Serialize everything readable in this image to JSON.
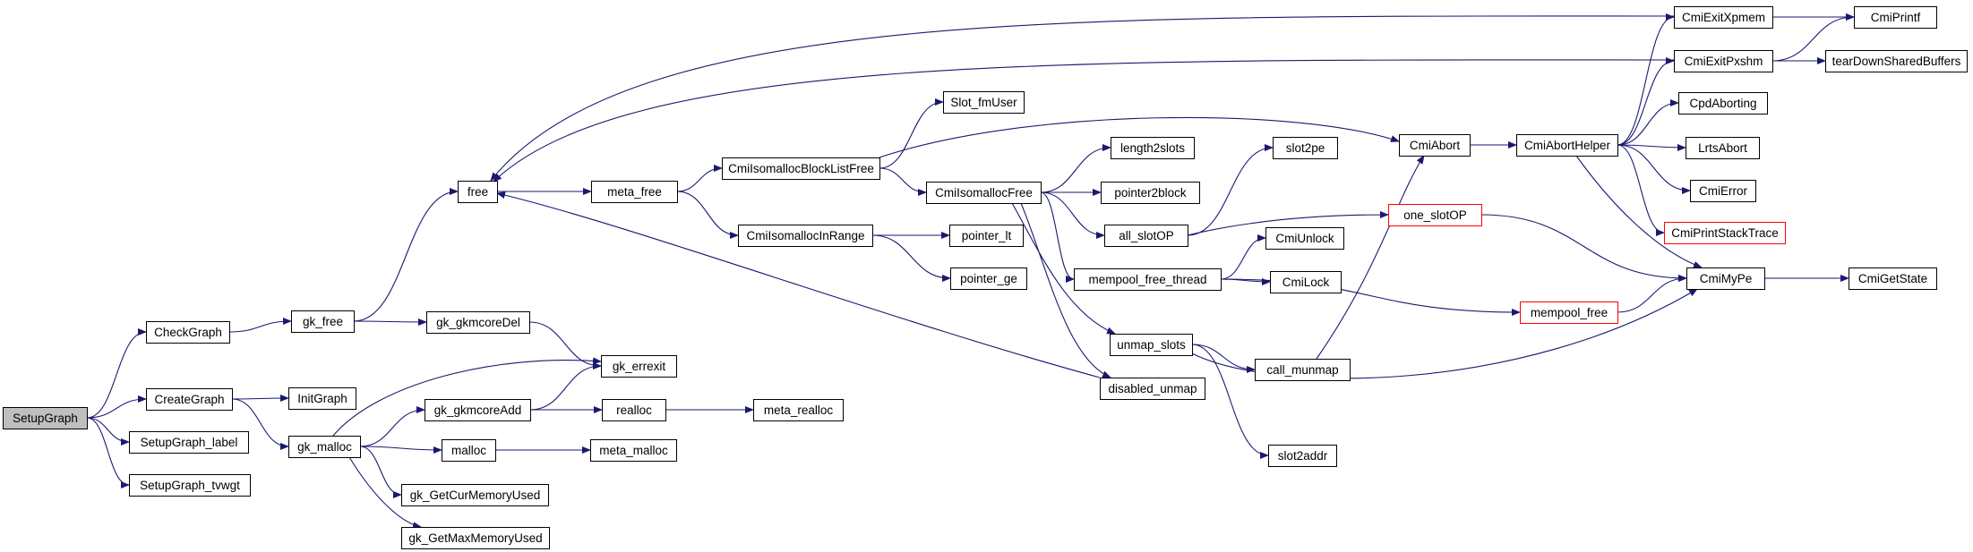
{
  "colors": {
    "edge": "#191970",
    "node_border": "#000000",
    "node_fill": "#ffffff",
    "highlight_border": "#ff0000",
    "root_fill": "#bfbfbf"
  },
  "nodes": [
    {
      "id": "SetupGraph",
      "label": "SetupGraph",
      "kind": "root"
    },
    {
      "id": "CheckGraph",
      "label": "CheckGraph",
      "kind": "normal"
    },
    {
      "id": "CreateGraph",
      "label": "CreateGraph",
      "kind": "normal"
    },
    {
      "id": "SetupGraph_label",
      "label": "SetupGraph_label",
      "kind": "normal"
    },
    {
      "id": "SetupGraph_tvwgt",
      "label": "SetupGraph_tvwgt",
      "kind": "normal"
    },
    {
      "id": "gk_free",
      "label": "gk_free",
      "kind": "normal"
    },
    {
      "id": "InitGraph",
      "label": "InitGraph",
      "kind": "normal"
    },
    {
      "id": "gk_malloc",
      "label": "gk_malloc",
      "kind": "normal"
    },
    {
      "id": "free",
      "label": "free",
      "kind": "normal"
    },
    {
      "id": "gk_gkmcoreDel",
      "label": "gk_gkmcoreDel",
      "kind": "normal"
    },
    {
      "id": "gk_errexit",
      "label": "gk_errexit",
      "kind": "normal"
    },
    {
      "id": "gk_gkmcoreAdd",
      "label": "gk_gkmcoreAdd",
      "kind": "normal"
    },
    {
      "id": "malloc",
      "label": "malloc",
      "kind": "normal"
    },
    {
      "id": "gk_GetCurMemoryUsed",
      "label": "gk_GetCurMemoryUsed",
      "kind": "normal"
    },
    {
      "id": "gk_GetMaxMemoryUsed",
      "label": "gk_GetMaxMemoryUsed",
      "kind": "normal"
    },
    {
      "id": "meta_free",
      "label": "meta_free",
      "kind": "normal"
    },
    {
      "id": "realloc",
      "label": "realloc",
      "kind": "normal"
    },
    {
      "id": "meta_malloc",
      "label": "meta_malloc",
      "kind": "normal"
    },
    {
      "id": "meta_realloc",
      "label": "meta_realloc",
      "kind": "normal"
    },
    {
      "id": "CmiIsomallocBlockListFree",
      "label": "CmiIsomallocBlockListFree",
      "kind": "normal"
    },
    {
      "id": "CmiIsomallocInRange",
      "label": "CmiIsomallocInRange",
      "kind": "normal"
    },
    {
      "id": "Slot_fmUser",
      "label": "Slot_fmUser",
      "kind": "normal"
    },
    {
      "id": "CmiIsomallocFree",
      "label": "CmiIsomallocFree",
      "kind": "normal"
    },
    {
      "id": "pointer_lt",
      "label": "pointer_lt",
      "kind": "normal"
    },
    {
      "id": "pointer_ge",
      "label": "pointer_ge",
      "kind": "normal"
    },
    {
      "id": "length2slots",
      "label": "length2slots",
      "kind": "normal"
    },
    {
      "id": "pointer2block",
      "label": "pointer2block",
      "kind": "normal"
    },
    {
      "id": "all_slotOP",
      "label": "all_slotOP",
      "kind": "normal"
    },
    {
      "id": "mempool_free_thread",
      "label": "mempool_free_thread",
      "kind": "normal"
    },
    {
      "id": "unmap_slots",
      "label": "unmap_slots",
      "kind": "normal"
    },
    {
      "id": "disabled_unmap",
      "label": "disabled_unmap",
      "kind": "normal"
    },
    {
      "id": "slot2pe",
      "label": "slot2pe",
      "kind": "normal"
    },
    {
      "id": "CmiUnlock",
      "label": "CmiUnlock",
      "kind": "normal"
    },
    {
      "id": "CmiLock",
      "label": "CmiLock",
      "kind": "normal"
    },
    {
      "id": "call_munmap",
      "label": "call_munmap",
      "kind": "normal"
    },
    {
      "id": "slot2addr",
      "label": "slot2addr",
      "kind": "normal"
    },
    {
      "id": "CmiAbort",
      "label": "CmiAbort",
      "kind": "normal"
    },
    {
      "id": "one_slotOP",
      "label": "one_slotOP",
      "kind": "highlight"
    },
    {
      "id": "mempool_free",
      "label": "mempool_free",
      "kind": "highlight"
    },
    {
      "id": "CmiAbortHelper",
      "label": "CmiAbortHelper",
      "kind": "normal"
    },
    {
      "id": "CmiExitXpmem",
      "label": "CmiExitXpmem",
      "kind": "normal"
    },
    {
      "id": "CmiExitPxshm",
      "label": "CmiExitPxshm",
      "kind": "normal"
    },
    {
      "id": "CpdAborting",
      "label": "CpdAborting",
      "kind": "normal"
    },
    {
      "id": "LrtsAbort",
      "label": "LrtsAbort",
      "kind": "normal"
    },
    {
      "id": "CmiError",
      "label": "CmiError",
      "kind": "normal"
    },
    {
      "id": "CmiPrintStackTrace",
      "label": "CmiPrintStackTrace",
      "kind": "highlight"
    },
    {
      "id": "CmiMyPe",
      "label": "CmiMyPe",
      "kind": "normal"
    },
    {
      "id": "CmiPrintf",
      "label": "CmiPrintf",
      "kind": "normal"
    },
    {
      "id": "tearDownSharedBuffers",
      "label": "tearDownSharedBuffers",
      "kind": "normal"
    },
    {
      "id": "CmiGetState",
      "label": "CmiGetState",
      "kind": "normal"
    }
  ],
  "edges": [
    [
      "SetupGraph",
      "CheckGraph"
    ],
    [
      "SetupGraph",
      "CreateGraph"
    ],
    [
      "SetupGraph",
      "SetupGraph_label"
    ],
    [
      "SetupGraph",
      "SetupGraph_tvwgt"
    ],
    [
      "CheckGraph",
      "gk_free"
    ],
    [
      "CreateGraph",
      "InitGraph"
    ],
    [
      "CreateGraph",
      "gk_malloc"
    ],
    [
      "gk_free",
      "free"
    ],
    [
      "gk_free",
      "gk_gkmcoreDel"
    ],
    [
      "gk_gkmcoreDel",
      "gk_errexit"
    ],
    [
      "gk_malloc",
      "gk_errexit"
    ],
    [
      "gk_malloc",
      "gk_gkmcoreAdd"
    ],
    [
      "gk_malloc",
      "malloc"
    ],
    [
      "gk_malloc",
      "gk_GetCurMemoryUsed"
    ],
    [
      "gk_malloc",
      "gk_GetMaxMemoryUsed"
    ],
    [
      "gk_gkmcoreAdd",
      "gk_errexit"
    ],
    [
      "gk_gkmcoreAdd",
      "realloc"
    ],
    [
      "malloc",
      "meta_malloc"
    ],
    [
      "realloc",
      "meta_realloc"
    ],
    [
      "free",
      "meta_free"
    ],
    [
      "meta_free",
      "CmiIsomallocBlockListFree"
    ],
    [
      "meta_free",
      "CmiIsomallocInRange"
    ],
    [
      "CmiIsomallocBlockListFree",
      "Slot_fmUser"
    ],
    [
      "CmiIsomallocBlockListFree",
      "CmiIsomallocFree"
    ],
    [
      "CmiIsomallocBlockListFree",
      "CmiAbort"
    ],
    [
      "CmiIsomallocInRange",
      "pointer_lt"
    ],
    [
      "CmiIsomallocInRange",
      "pointer_ge"
    ],
    [
      "CmiIsomallocFree",
      "length2slots"
    ],
    [
      "CmiIsomallocFree",
      "pointer2block"
    ],
    [
      "CmiIsomallocFree",
      "all_slotOP"
    ],
    [
      "CmiIsomallocFree",
      "mempool_free_thread"
    ],
    [
      "CmiIsomallocFree",
      "unmap_slots"
    ],
    [
      "CmiIsomallocFree",
      "disabled_unmap"
    ],
    [
      "all_slotOP",
      "slot2pe"
    ],
    [
      "all_slotOP",
      "one_slotOP"
    ],
    [
      "mempool_free_thread",
      "CmiUnlock"
    ],
    [
      "mempool_free_thread",
      "CmiLock"
    ],
    [
      "mempool_free_thread",
      "mempool_free"
    ],
    [
      "unmap_slots",
      "call_munmap"
    ],
    [
      "unmap_slots",
      "slot2addr"
    ],
    [
      "unmap_slots",
      "CmiMyPe"
    ],
    [
      "disabled_unmap",
      "free"
    ],
    [
      "call_munmap",
      "CmiAbort"
    ],
    [
      "one_slotOP",
      "CmiMyPe"
    ],
    [
      "mempool_free",
      "CmiMyPe"
    ],
    [
      "CmiAbort",
      "CmiAbortHelper"
    ],
    [
      "CmiAbortHelper",
      "CmiExitXpmem"
    ],
    [
      "CmiAbortHelper",
      "CmiExitPxshm"
    ],
    [
      "CmiAbortHelper",
      "CpdAborting"
    ],
    [
      "CmiAbortHelper",
      "LrtsAbort"
    ],
    [
      "CmiAbortHelper",
      "CmiError"
    ],
    [
      "CmiAbortHelper",
      "CmiPrintStackTrace"
    ],
    [
      "CmiAbortHelper",
      "CmiMyPe"
    ],
    [
      "CmiExitXpmem",
      "CmiPrintf"
    ],
    [
      "CmiExitXpmem",
      "free"
    ],
    [
      "CmiExitPxshm",
      "CmiPrintf"
    ],
    [
      "CmiExitPxshm",
      "tearDownSharedBuffers"
    ],
    [
      "CmiExitPxshm",
      "free"
    ],
    [
      "CmiMyPe",
      "CmiGetState"
    ]
  ]
}
